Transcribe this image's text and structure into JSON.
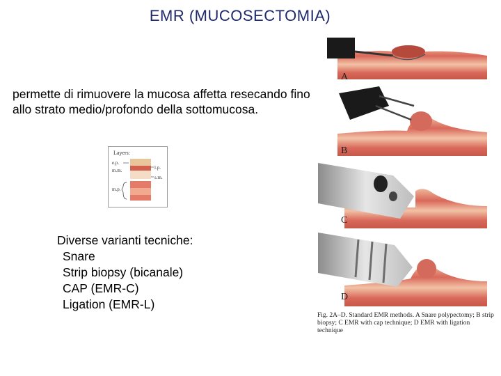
{
  "slide": {
    "title": "EMR (MUCOSECTOMIA)",
    "intro": "permette di rimuovere la mucosa affetta resecando fino allo strato medio/profondo della sottomucosa.",
    "variants_heading": "Diverse varianti tecniche:",
    "variants": [
      "Snare",
      "Strip biopsy (bicanale)",
      "CAP (EMR-C)",
      "Ligation (EMR-L)"
    ]
  },
  "layers_figure": {
    "title": "Layers:",
    "labels": {
      "ep": "e.p.",
      "mm": "m.m.",
      "lp": "l.p.",
      "sm": "s.m.",
      "mp": "m.p."
    }
  },
  "methods_figure": {
    "panel_labels": [
      "A",
      "B",
      "C",
      "D"
    ],
    "caption": "Fig. 2A–D. Standard EMR methods. A Snare polypectomy; B strip biopsy; C EMR with cap technique; D EMR with ligation technique"
  },
  "colors": {
    "title": "#1f2a6b",
    "tissue": "#d9685a",
    "tissue_light": "#efb79a",
    "scope": "#1a1a1a"
  }
}
